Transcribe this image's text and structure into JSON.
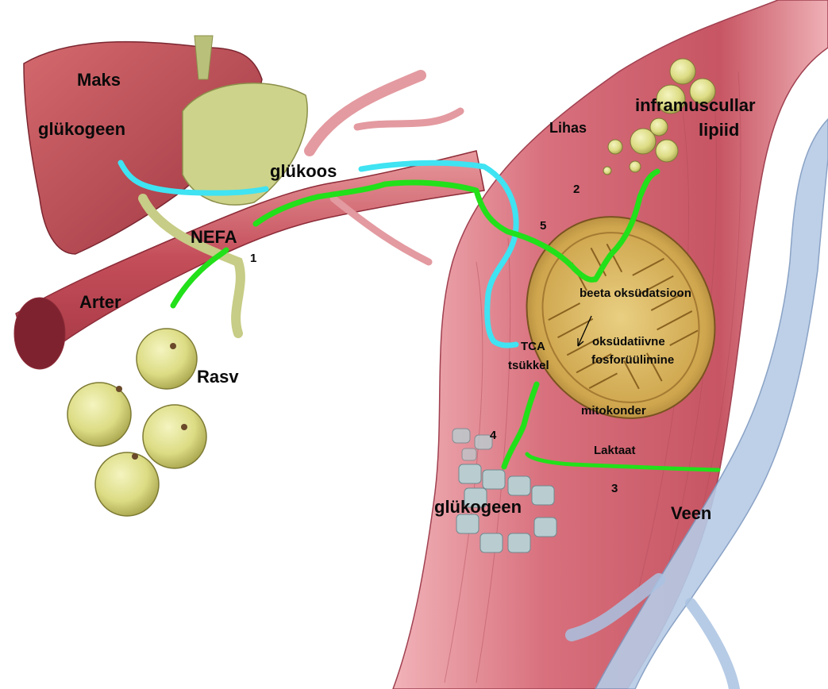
{
  "labels": {
    "maks": "Maks",
    "glykogeen_maks": "glükogeen",
    "glukoos": "glükoos",
    "nefa": "NEFA",
    "n1": "1",
    "arter": "Arter",
    "rasv": "Rasv",
    "lihas": "Lihas",
    "inframuscullar": "inframuscullar",
    "lipiid": "lipiid",
    "n2": "2",
    "n5": "5",
    "beeta": "beeta oksüdatsioon",
    "tca": "TCA",
    "tsukkel": "tsükkel",
    "oksudatiivne": "oksüdatiivne",
    "fosforuulimine": "fosforüülimine",
    "mitokonder": "mitokonder",
    "n4": "4",
    "laktaat": "Laktaat",
    "n3": "3",
    "glykogeen_lihas": "glükogeen",
    "veen": "Veen"
  },
  "colors": {
    "pathway_green": "#22e01a",
    "pathway_cyan": "#3fe3f2",
    "liver": "#b94a4f",
    "gallbladder": "#cfd48a",
    "artery": "#c8505c",
    "muscle": "#d56a78",
    "fat_cell": "#dfe08a",
    "mitochondrion": "#c9a24a",
    "vein": "#a9c2e0",
    "glycogen": "#b9cdd0"
  },
  "icons": {
    "arrow": "thin-down-left-arrow"
  }
}
